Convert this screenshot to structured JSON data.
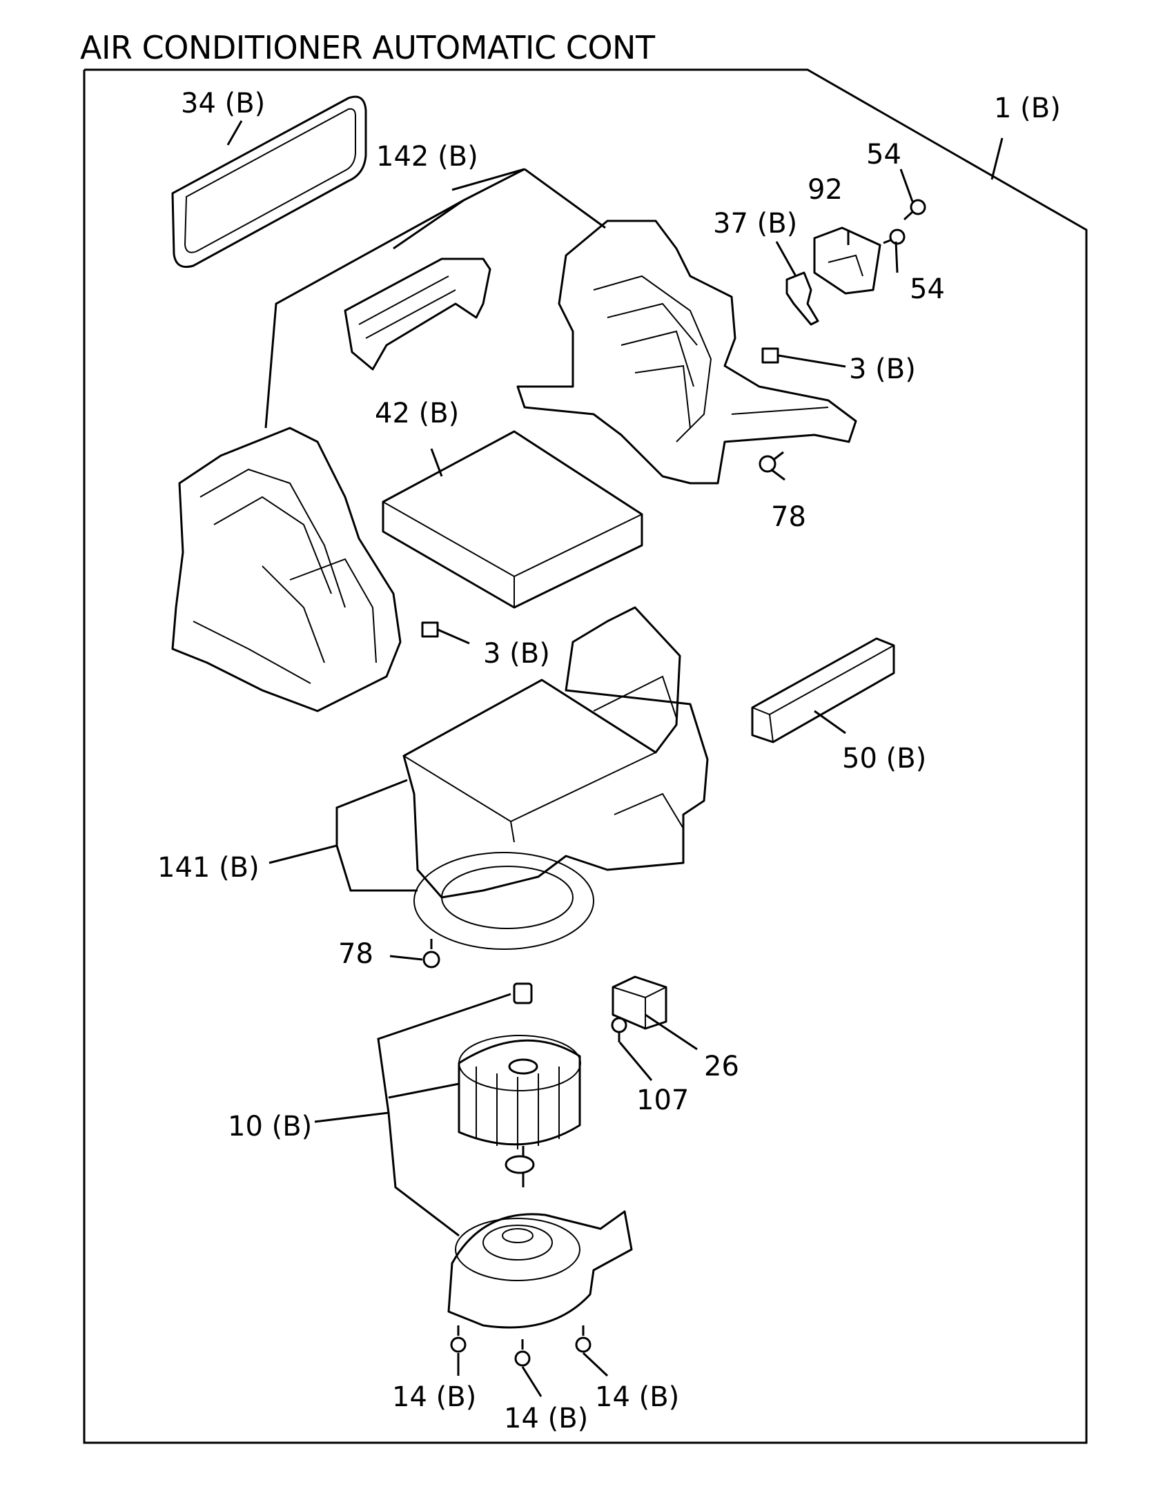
{
  "title": "AIR CONDITIONER AUTOMATIC CONT",
  "callouts": {
    "c1": "1 (B)",
    "c34": "34 (B)",
    "c142": "142 (B)",
    "c54a": "54",
    "c92": "92",
    "c37": "37 (B)",
    "c54b": "54",
    "c3a": "3 (B)",
    "c42": "42 (B)",
    "c78a": "78",
    "c3b": "3 (B)",
    "c50": "50 (B)",
    "c141": "141 (B)",
    "c78b": "78",
    "c26": "26",
    "c107": "107",
    "c10": "10 (B)",
    "c14a": "14 (B)",
    "c14b": "14 (B)",
    "c14c": "14 (B)"
  }
}
